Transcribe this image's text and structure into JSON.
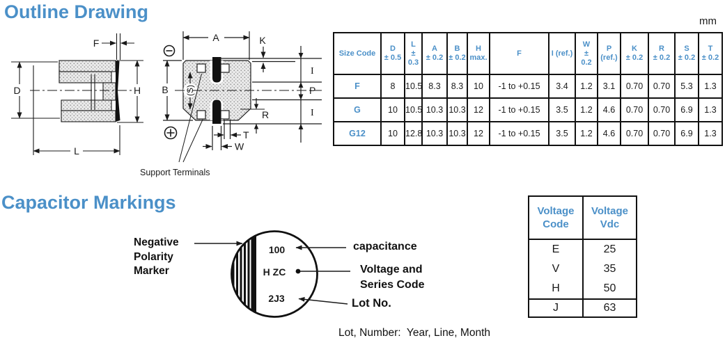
{
  "page": {
    "outline_heading": "Outline Drawing",
    "markings_heading": "Capacitor Markings",
    "unit_label": "mm",
    "support_terminals_label": "Support Terminals",
    "lot_caption": "Lot, Number:  Year, Line, Month"
  },
  "colors": {
    "accent_blue": "#4b90c8",
    "line_black": "#1a1a1a"
  },
  "dimension_table": {
    "headers": [
      [
        "Size Code"
      ],
      [
        "D",
        "± 0.5"
      ],
      [
        "L",
        "±",
        "0.3"
      ],
      [
        "A",
        "± 0.2"
      ],
      [
        "B",
        "± 0.2"
      ],
      [
        "H",
        "max."
      ],
      [
        "F"
      ],
      [
        "I (ref.)"
      ],
      [
        "W",
        "±",
        "0.2"
      ],
      [
        "P",
        "(ref.)"
      ],
      [
        "K",
        "± 0.2"
      ],
      [
        "R",
        "± 0.2"
      ],
      [
        "S",
        "± 0.2"
      ],
      [
        "T",
        "± 0.2"
      ]
    ],
    "rows": [
      [
        "F",
        "8",
        "10.5",
        "8.3",
        "8.3",
        "10",
        "-1 to +0.15",
        "3.4",
        "1.2",
        "3.1",
        "0.70",
        "0.70",
        "5.3",
        "1.3"
      ],
      [
        "G",
        "10",
        "10.5",
        "10.3",
        "10.3",
        "12",
        "-1 to +0.15",
        "3.5",
        "1.2",
        "4.6",
        "0.70",
        "0.70",
        "6.9",
        "1.3"
      ],
      [
        "G12",
        "10",
        "12.8",
        "10.3",
        "10.3",
        "12",
        "-1 to +0.15",
        "3.5",
        "1.2",
        "4.6",
        "0.70",
        "0.70",
        "6.9",
        "1.3"
      ]
    ]
  },
  "side_view": {
    "dims": {
      "f": "F",
      "d": "D",
      "h": "H",
      "l": "L"
    }
  },
  "bottom_view": {
    "dims": {
      "a": "A",
      "k": "K",
      "b": "B",
      "s": "(S)",
      "i_top": "I",
      "p": "P",
      "i_bottom": "I",
      "r": "R",
      "t": "T",
      "w": "W"
    }
  },
  "markings": {
    "negative_lines": [
      "Negative",
      "Polarity",
      "Marker"
    ],
    "cap_lines": [
      "100",
      "H ZC",
      "2J3"
    ],
    "callout_capacitance": "capacitance",
    "callout_voltage": [
      "Voltage and",
      "Series Code"
    ],
    "callout_lot": "Lot No."
  },
  "voltage_table": {
    "headers": [
      [
        "Voltage",
        "Code"
      ],
      [
        "Voltage",
        "Vdc"
      ]
    ],
    "grouped_rows": [
      [
        "E",
        "25"
      ],
      [
        "V",
        "35"
      ],
      [
        "H",
        "50"
      ]
    ],
    "last_row": [
      "J",
      "63"
    ]
  }
}
